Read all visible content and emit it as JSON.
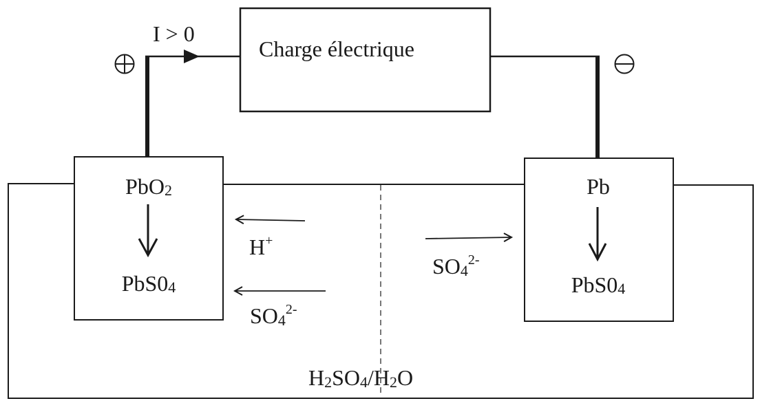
{
  "diagram": {
    "title": "Lead-acid battery discharge",
    "current_label": "I > 0",
    "load_label": "Charge électrique",
    "positive_terminal_symbol": "⊕",
    "negative_terminal_symbol": "⊖",
    "left_electrode": {
      "top": {
        "base": "PbO",
        "sub": "2"
      },
      "bottom": {
        "base": "PbS0",
        "sub": "4"
      }
    },
    "right_electrode": {
      "top": {
        "base": "Pb"
      },
      "bottom": {
        "base": "PbS0",
        "sub": "4"
      }
    },
    "ions": {
      "h_plus": {
        "base": "H",
        "sup": "+",
        "direction": "left"
      },
      "sulfate_left": {
        "base": "SO",
        "sub": "4",
        "sup": "2-",
        "direction": "left"
      },
      "sulfate_right": {
        "base": "SO",
        "sub": "4",
        "sup": "2-",
        "direction": "right"
      }
    },
    "electrolyte": {
      "p1": "H",
      "s1": "2",
      "p2": "SO",
      "s2": "4",
      "p3": "/H",
      "s3": "2",
      "p4": "O"
    },
    "colors": {
      "line": "#1a1a1a",
      "background": "#ffffff"
    }
  }
}
